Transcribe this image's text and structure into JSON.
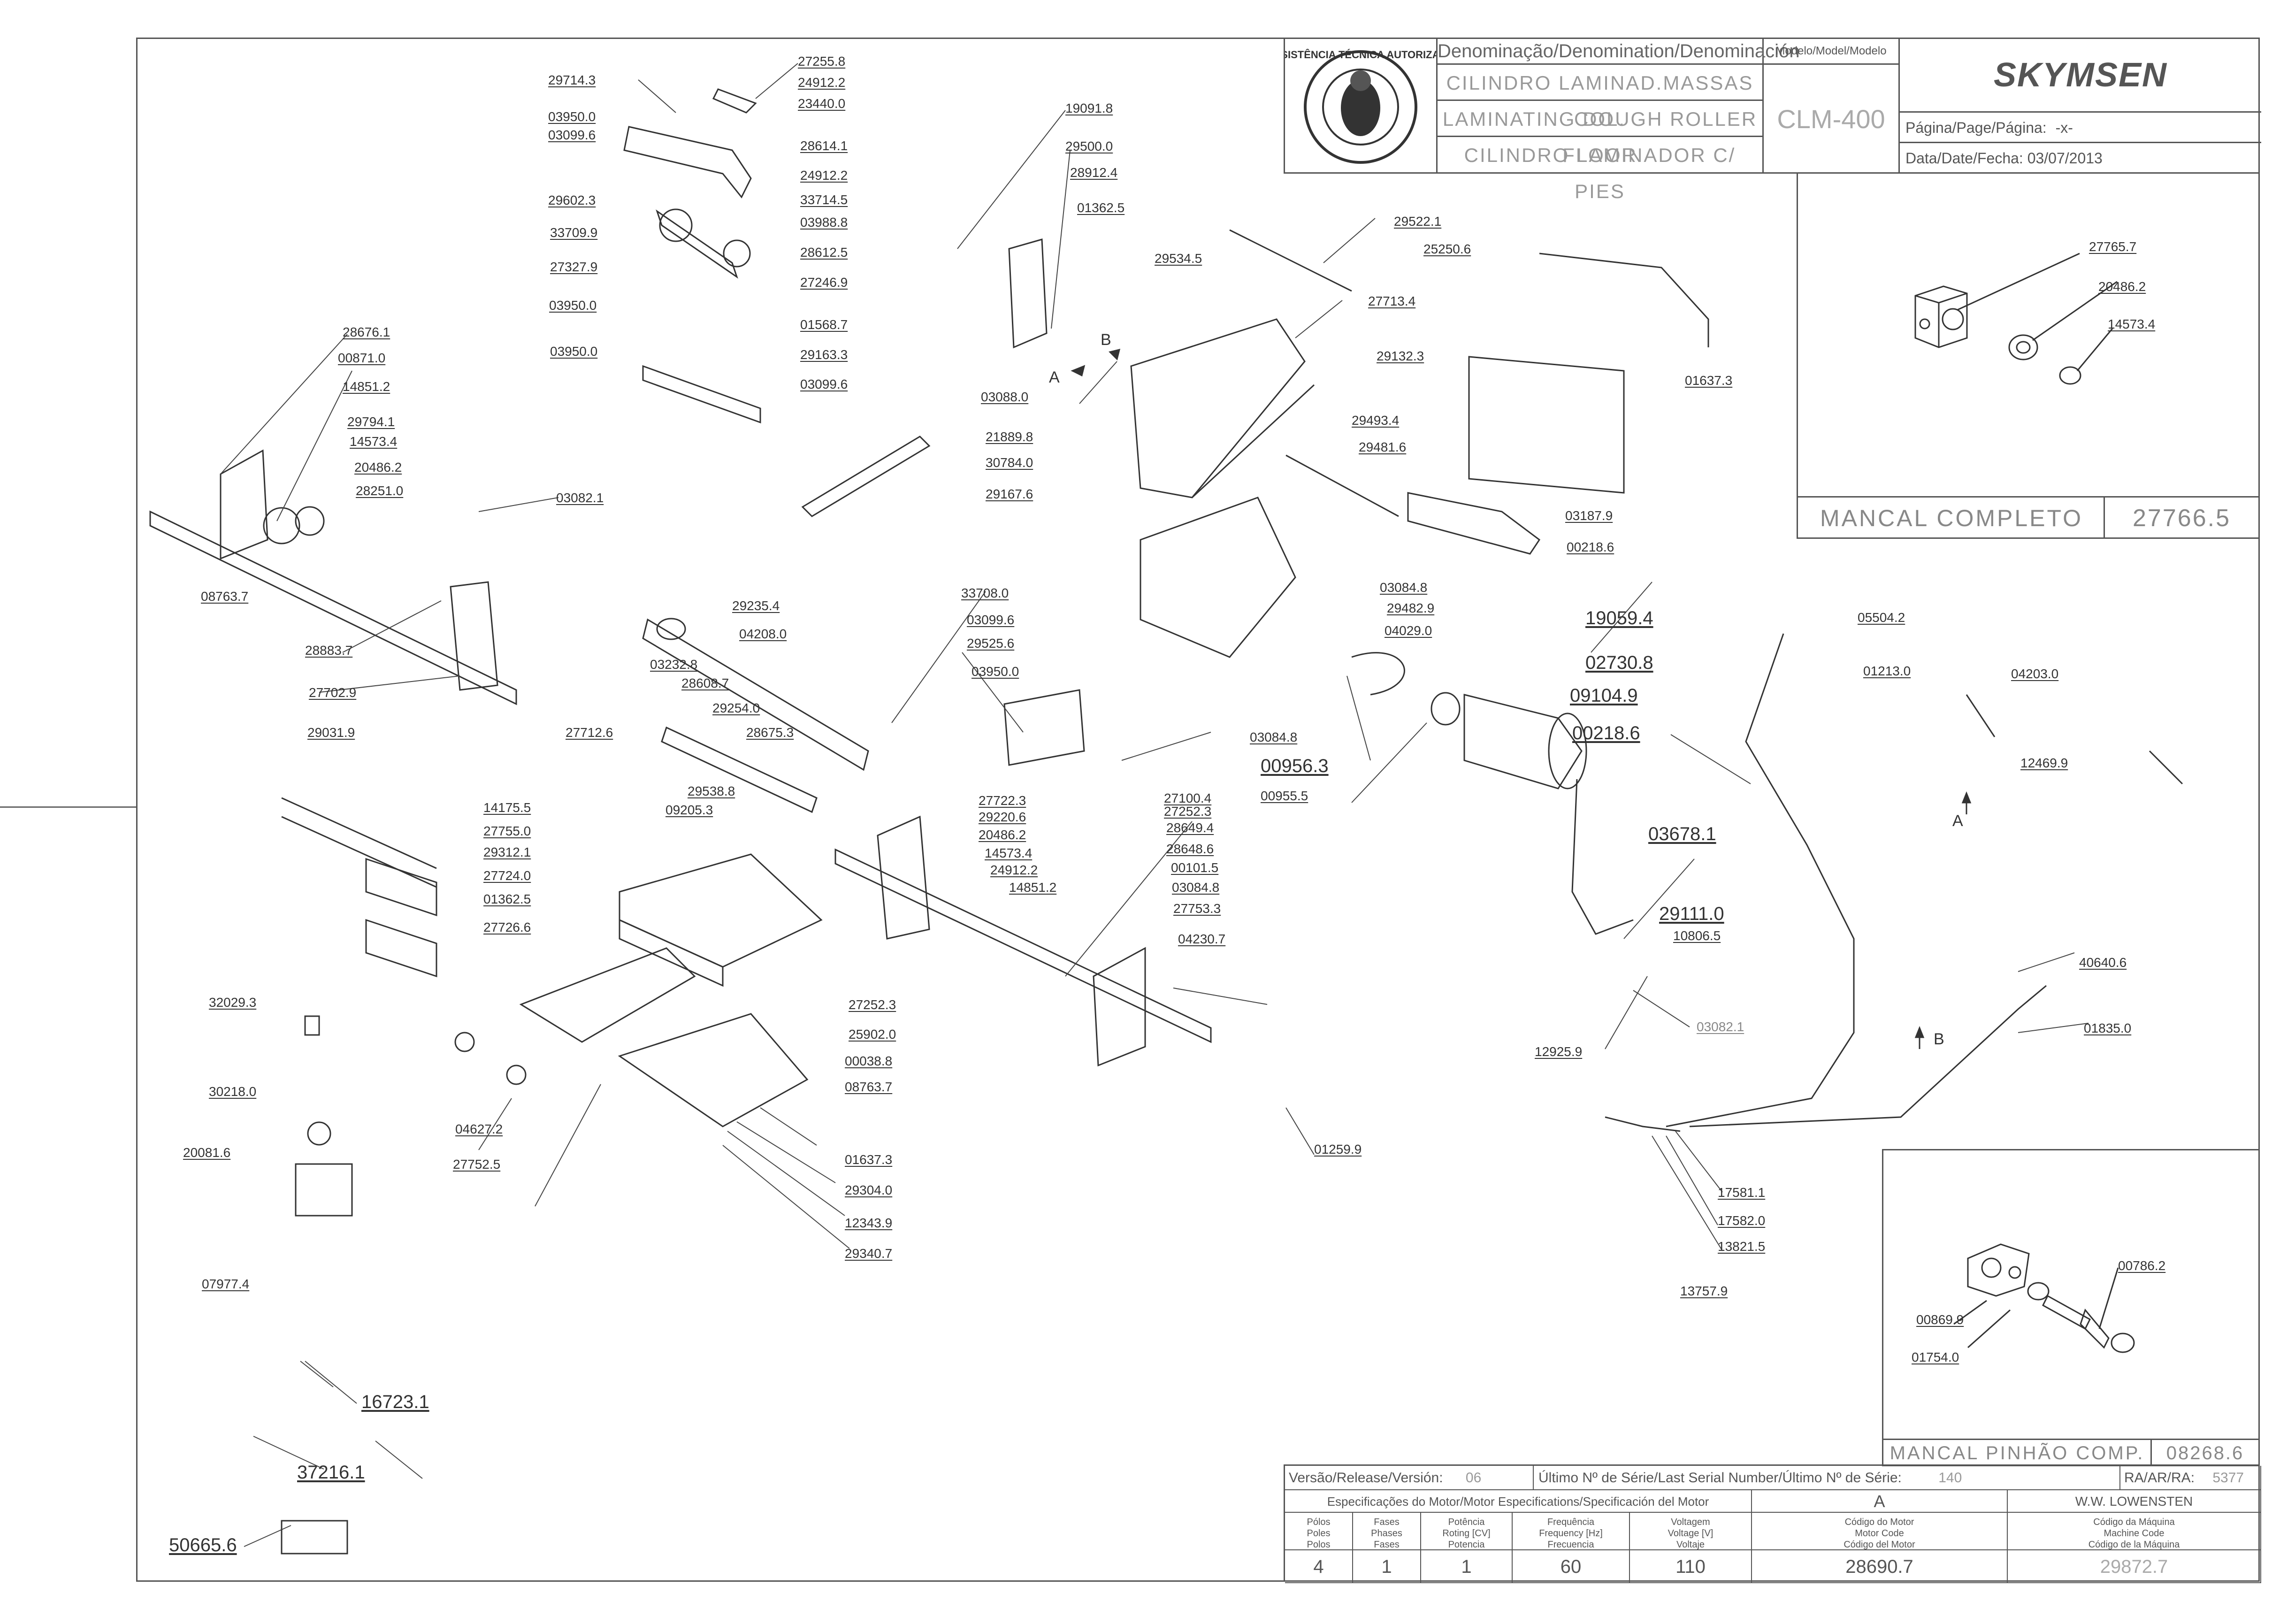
{
  "title_block": {
    "denomination_header": "Denominação/Denomination/Denominación",
    "names": [
      "CILINDRO LAMINAD.MASSAS COL.",
      "LAMINATING DOUGH ROLLER FLOOR",
      "CILINDRO LAMINADOR C/ PIES"
    ],
    "model_header": "Modelo/Model/Modelo",
    "model": "CLM-400",
    "brand": "SKYMSEN",
    "page_label": "Página/Page/Página:",
    "page_value": "-x-",
    "date_label": "Data/Date/Fecha:",
    "date_value": "03/07/2013",
    "logo_text": "ASSISTÊNCIA TÉCNICA AUTORIZADA"
  },
  "details": {
    "mancal_completo": {
      "title": "MANCAL COMPLETO",
      "code": "27766.5",
      "parts": [
        "27765.7",
        "20486.2",
        "14573.4"
      ]
    },
    "mancal_pinhao": {
      "title": "MANCAL PINHÃO COMP.",
      "code": "08268.6",
      "parts": [
        "00786.2",
        "00869.9",
        "01754.0"
      ]
    }
  },
  "spec_table": {
    "version_label": "Versão/Release/Versión:",
    "version_value": "06",
    "serial_label": "Último Nº de Série/Last Serial Number/Último Nº de Série:",
    "serial_value": "140",
    "ra_label": "RA/AR/RA:",
    "ra_value": "5377",
    "motor_spec_label": "Especificações do Motor/Motor Especifications/Specificación del Motor",
    "supplier_code": "A",
    "supplier_name": "W.W. LOWENSTEN",
    "col_headers": [
      "Pólos\nPoles\nPolos",
      "Fases\nPhases\nFases",
      "Potência\nRoting [CV]\nPotencia",
      "Frequência\nFrequency [Hz]\nFrecuencia",
      "Voltagem\nVoltage [V]\nVoltaje",
      "Código do Motor\nMotor Code\nCódigo del Motor",
      "Código da Máquina\nMachine Code\nCódigo de la Máquina"
    ],
    "values": [
      "4",
      "1",
      "1",
      "60",
      "110",
      "28690.7",
      "29872.7"
    ]
  },
  "markers": {
    "a": "A",
    "b": "B"
  },
  "labels": [
    "29714.3",
    "27255.8",
    "24912.2",
    "23440.0",
    "03950.0",
    "03099.6",
    "28614.1",
    "24912.2",
    "33714.5",
    "29602.3",
    "03988.8",
    "33709.9",
    "28612.5",
    "27327.9",
    "27246.9",
    "03950.0",
    "01568.7",
    "29163.3",
    "03950.0",
    "03099.6",
    "19091.8",
    "29500.0",
    "28912.4",
    "01362.5",
    "29534.5",
    "03088.0",
    "21889.8",
    "30784.0",
    "29167.6",
    "29522.1",
    "25250.6",
    "27713.4",
    "29132.3",
    "01637.3",
    "29493.4",
    "29481.6",
    "03187.9",
    "00218.6",
    "03084.8",
    "29482.9",
    "04029.0",
    "28676.1",
    "00871.0",
    "14851.2",
    "29794.1",
    "14573.4",
    "20486.2",
    "28251.0",
    "08763.7",
    "28883.7",
    "27702.9",
    "03082.1",
    "29235.4",
    "04208.0",
    "33708.0",
    "03099.6",
    "29525.6",
    "03950.0",
    "03232.8",
    "28608.7",
    "29254.0",
    "28675.3",
    "27712.6",
    "03084.8",
    "29031.9",
    "14175.5",
    "27755.0",
    "29312.1",
    "27724.0",
    "01362.5",
    "27726.6",
    "29538.8",
    "09205.3",
    "27722.3",
    "29220.6",
    "20486.2",
    "14573.4",
    "24912.2",
    "14851.2",
    "27100.4",
    "27252.3",
    "28649.4",
    "28648.6",
    "00101.5",
    "03084.8",
    "27753.3",
    "04230.7",
    "27252.3",
    "25902.0",
    "00038.8",
    "08763.7",
    "32029.3",
    "30218.0",
    "20081.6",
    "04627.2",
    "27752.5",
    "01637.3",
    "29304.0",
    "12343.9",
    "29340.7",
    "07977.4",
    "16723.1",
    "37216.1",
    "50665.6",
    "19059.4",
    "02730.8",
    "09104.9",
    "00218.6",
    "00956.3",
    "00955.5",
    "05504.2",
    "01213.0",
    "04203.0",
    "12469.9",
    "03678.1",
    "29111.0",
    "10806.5",
    "03082.1",
    "12925.9",
    "01259.9",
    "40640.6",
    "01835.0",
    "17581.1",
    "17582.0",
    "13821.5",
    "13757.9"
  ]
}
